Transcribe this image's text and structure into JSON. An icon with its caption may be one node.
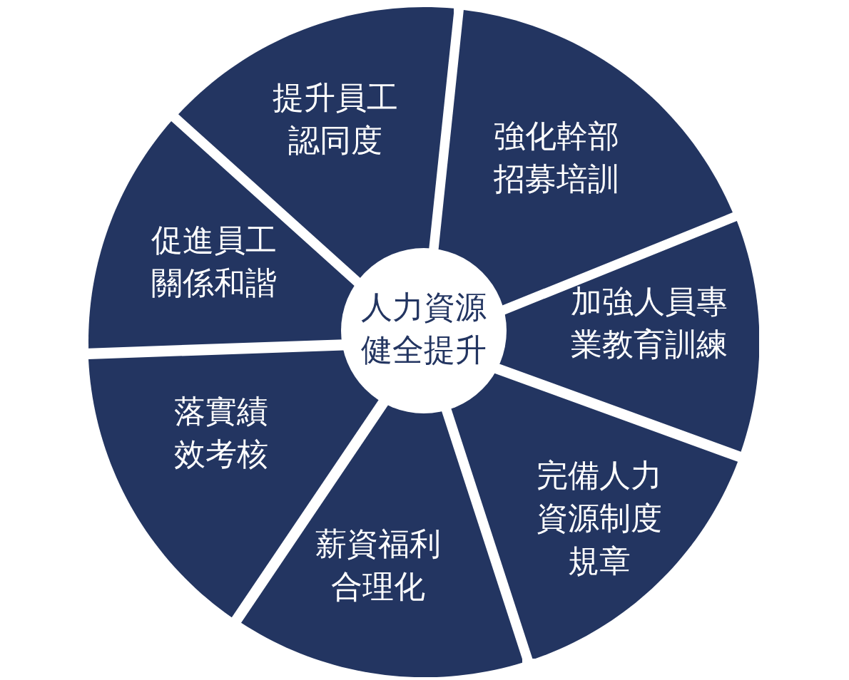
{
  "diagram": {
    "nodes": [
      {
        "text": [
          "人力資源健全提升"
        ]
      },
      {
        "text": [
          "提升員工認同度"
        ]
      },
      {
        "text": [
          "強化幹部招募培訓"
        ]
      },
      {
        "text": [
          "加強人員專業教育訓練"
        ]
      },
      {
        "text": [
          "完備人力資源制度規章"
        ]
      },
      {
        "text": [
          "薪資福利合理化"
        ]
      },
      {
        "text": [
          "落實績效考核"
        ]
      },
      {
        "text": [
          "促進員工關係和諧"
        ]
      }
    ]
  }
}
